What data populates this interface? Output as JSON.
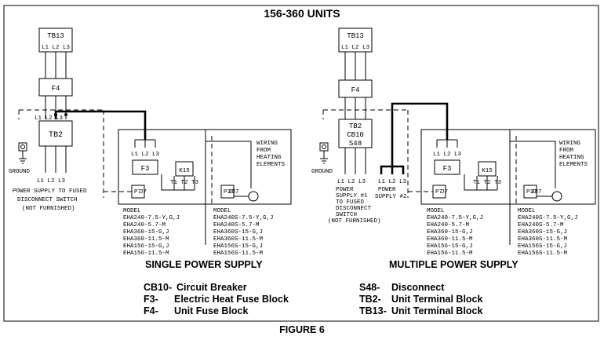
{
  "header_title": "156-360 UNITS",
  "figure_caption": "FIGURE 6",
  "blocks": {
    "tb13": "TB13",
    "terminals": "L1 L2 L3",
    "f4": "F4",
    "tb2": "TB2",
    "cb10": "CB10",
    "s48": "S48",
    "f3": "F3",
    "k15": "K15",
    "k15_terminals": "T1 T2 T3",
    "p7": "P7",
    "j7": "J7",
    "p37": "P37",
    "j37": "J37",
    "ground": "GROUND",
    "wiring_lines": [
      "WIRING",
      "FROM",
      "HEATING",
      "ELEMENTS"
    ]
  },
  "single_supply": {
    "title": "SINGLE POWER SUPPLY",
    "note_lines": [
      "POWER SUPPLY TO FUSED",
      "DISCONNECT SWITCH",
      "(NOT FURNISHED)"
    ]
  },
  "multiple_supply": {
    "title": "MULTIPLE POWER SUPPLY",
    "note1_lines": [
      "POWER",
      "SUPPLY #1",
      "TO FUSED",
      "DISCONNECT",
      "SWITCH",
      "(NOT FURNISHED)"
    ],
    "note2_lines": [
      "POWER",
      "SUPPLY #2"
    ]
  },
  "models_left": [
    "MODEL",
    "EHA240-7.5-Y,G,J",
    "EHA240-5.7-M",
    "EHA360-15-G,J",
    "EHA360-11.5-M",
    "EHA156-15-G,J",
    "EHA156-11.5-M"
  ],
  "models_right": [
    "MODEL",
    "EHA240S-7.5-Y,G,J",
    "EHA240S-5.7-M",
    "EHA360S-15-G,J",
    "EHA360S-11.5-M",
    "EHA156S-15-G,J",
    "EHA156S-11.5-M"
  ],
  "legend_left": [
    {
      "code": "CB10-",
      "desc": "Circuit Breaker"
    },
    {
      "code": "F3-",
      "desc": "Electric Heat Fuse Block"
    },
    {
      "code": "F4-",
      "desc": "Unit Fuse Block"
    }
  ],
  "legend_right": [
    {
      "code": "S48-",
      "desc": "Disconnect"
    },
    {
      "code": "TB2-",
      "desc": "Unit Terminal Block"
    },
    {
      "code": "TB13-",
      "desc": "Unit Terminal Block"
    }
  ]
}
